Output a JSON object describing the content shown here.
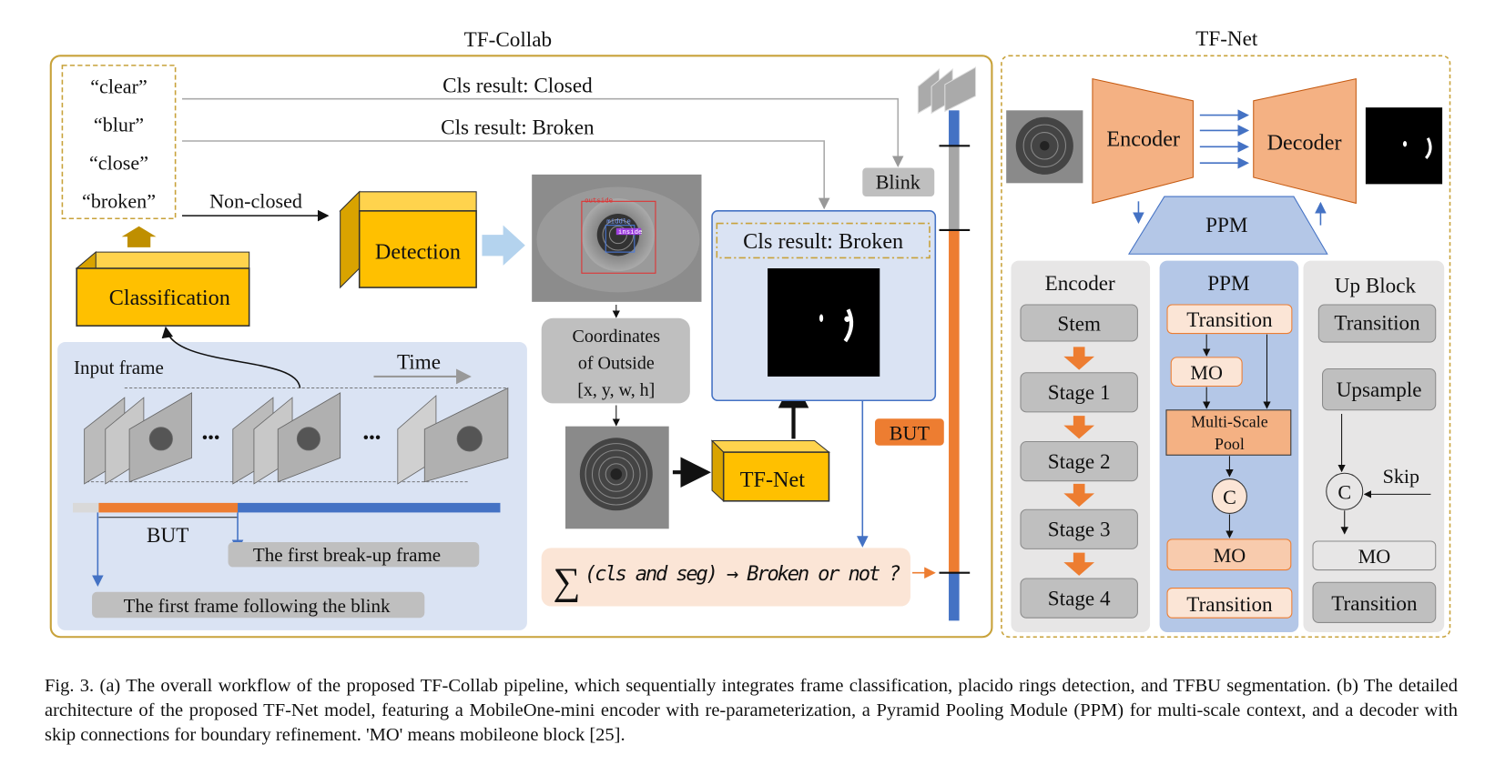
{
  "tf_collab": {
    "title": "TF-Collab",
    "labels": [
      "“clear”",
      "“blur”",
      "“close”",
      "“broken”"
    ],
    "cls_closed": "Cls result: Closed",
    "cls_broken": "Cls result: Broken",
    "blink": "Blink",
    "non_closed": "Non-closed",
    "classification": "Classification",
    "detection": "Detection",
    "det_tags": [
      "outside",
      "middle",
      "inside"
    ],
    "coordinates": [
      "Coordinates",
      "of Outside",
      "[x, y, w, h]"
    ],
    "tfnet": "TF-Net",
    "cls_result_box": "Cls result: Broken",
    "but_tag": "BUT",
    "formula": "(cls and seg)  → Broken or not ?",
    "sigma": "∑",
    "input_frame": "Input frame",
    "time": "Time",
    "dots": "•••",
    "but": "BUT",
    "first_breakup": "The first break-up frame",
    "first_after_blink": "The first frame following the blink"
  },
  "tf_net": {
    "title": "TF-Net",
    "encoder": "Encoder",
    "decoder": "Decoder",
    "ppm": "PPM",
    "encoder_col": {
      "title": "Encoder",
      "items": [
        "Stem",
        "Stage 1",
        "Stage 2",
        "Stage 3",
        "Stage 4"
      ]
    },
    "ppm_col": {
      "title": "PPM",
      "transition": "Transition",
      "mo": "MO",
      "pool": [
        "Multi-Scale",
        "Pool"
      ],
      "concat": "C",
      "mo2": "MO",
      "transition2": "Transition"
    },
    "up_col": {
      "title": "Up Block",
      "transition": "Transition",
      "upsample": "Upsample",
      "concat": "C",
      "skip": "Skip",
      "mo": "MO",
      "transition2": "Transition"
    }
  },
  "colors": {
    "gold": "#c8a23a",
    "yellow": "#ffc000",
    "orange": "#ed7d31",
    "blue": "#4472c4",
    "light_blue": "#dae3f3",
    "peach": "#f4b183",
    "gray": "#bfbfbf"
  },
  "caption": "Fig. 3.   (a) The overall workflow of the proposed TF-Collab pipeline, which sequentially integrates frame classification, placido rings detection, and TFBU segmentation. (b) The detailed architecture of the proposed TF-Net model, featuring a MobileOne-mini encoder with re-parameterization, a Pyramid Pooling Module (PPM) for multi-scale context, and a decoder with skip connections for boundary refinement. 'MO' means mobileone block [25]."
}
